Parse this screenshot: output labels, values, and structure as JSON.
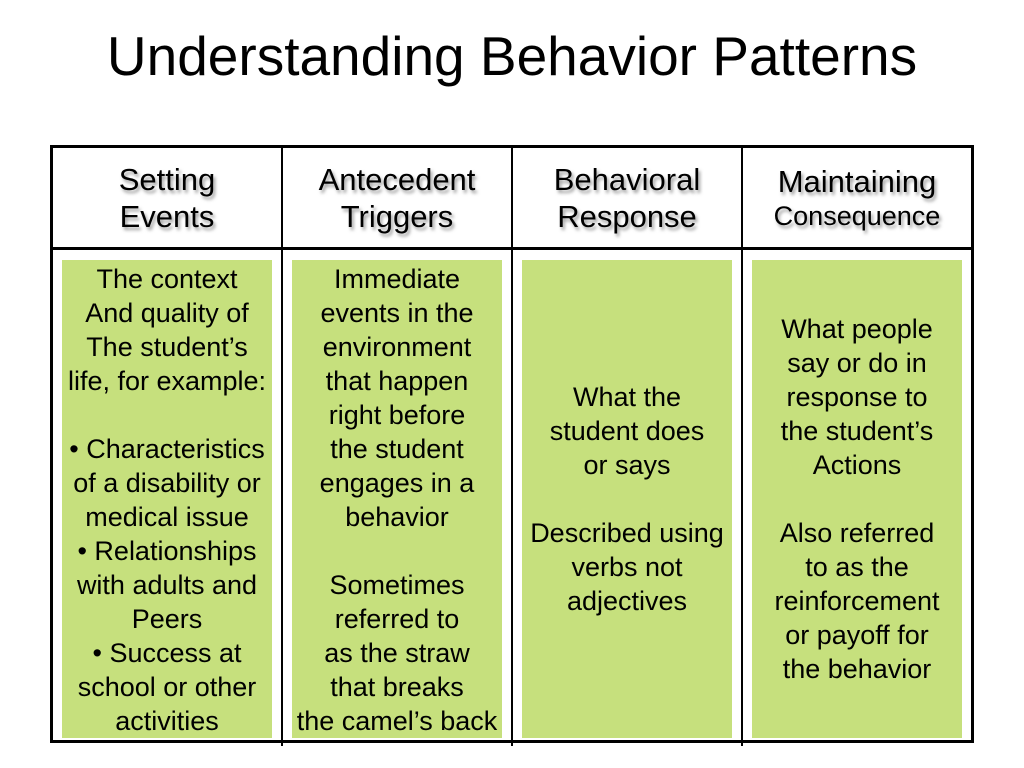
{
  "title": "Understanding Behavior Patterns",
  "table": {
    "headers": [
      {
        "line1": "Setting",
        "line2": "Events"
      },
      {
        "line1": "Antecedent",
        "line2": "Triggers"
      },
      {
        "line1": "Behavioral",
        "line2": "Response"
      },
      {
        "line1": "Maintaining",
        "line2": "Consequence"
      }
    ],
    "cells": [
      {
        "text": "The context\nAnd quality of\nThe student’s\nlife, for example:\n\n• Characteristics\nof a disability or\nmedical issue\n• Relationships\nwith adults and\nPeers\n• Success at\nschool or other\nactivities"
      },
      {
        "text": "Immediate\nevents in the\nenvironment\nthat happen\nright before\nthe student\nengages in a\nbehavior\n\nSometimes\nreferred to\nas the straw\nthat breaks\nthe camel’s back"
      },
      {
        "text": "What the\nstudent does\nor says\n\nDescribed using\nverbs not\nadjectives"
      },
      {
        "text": "What people\nsay or do in\nresponse to\nthe student’s\nActions\n\nAlso referred\nto as the\nreinforcement\nor payoff for\nthe behavior"
      }
    ],
    "colors": {
      "cell_fill": "#c6e07d",
      "border": "#000000",
      "background": "#ffffff",
      "text": "#000000"
    }
  }
}
